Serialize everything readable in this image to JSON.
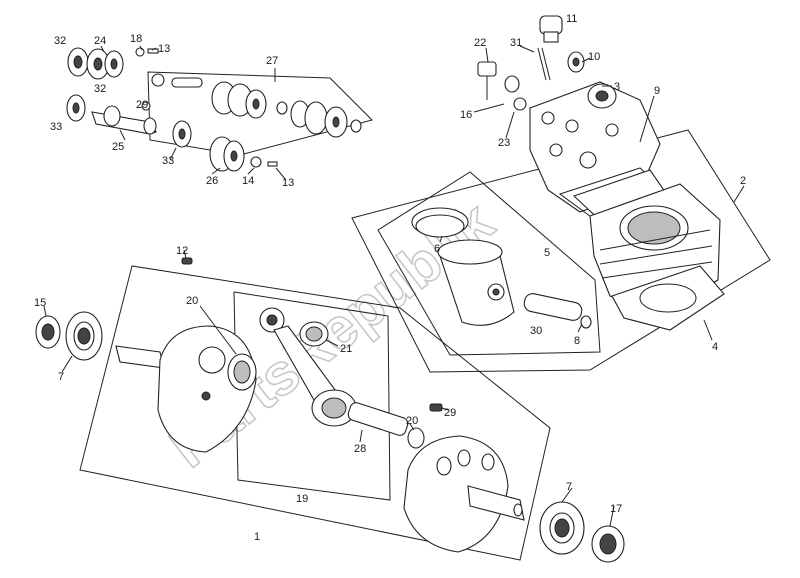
{
  "watermark": "PartsRepublik",
  "labels": {
    "l1": "1",
    "l2": "2",
    "l3": "3",
    "l4": "4",
    "l5": "5",
    "l6": "6",
    "l7a": "7",
    "l7b": "7",
    "l8": "8",
    "l9": "9",
    "l10": "10",
    "l11": "11",
    "l12": "12",
    "l13a": "13",
    "l13b": "13",
    "l14": "14",
    "l15": "15",
    "l16": "16",
    "l17": "17",
    "l18": "18",
    "l19": "19",
    "l20a": "20",
    "l20b": "20",
    "l21": "21",
    "l22": "22",
    "l23": "23",
    "l24": "24",
    "l25": "25",
    "l26": "26",
    "l27": "27",
    "l28": "28",
    "l29a": "29",
    "l29b": "29",
    "l30": "30",
    "l31": "31",
    "l32a": "32",
    "l32b": "32",
    "l33a": "33",
    "l33b": "33"
  }
}
